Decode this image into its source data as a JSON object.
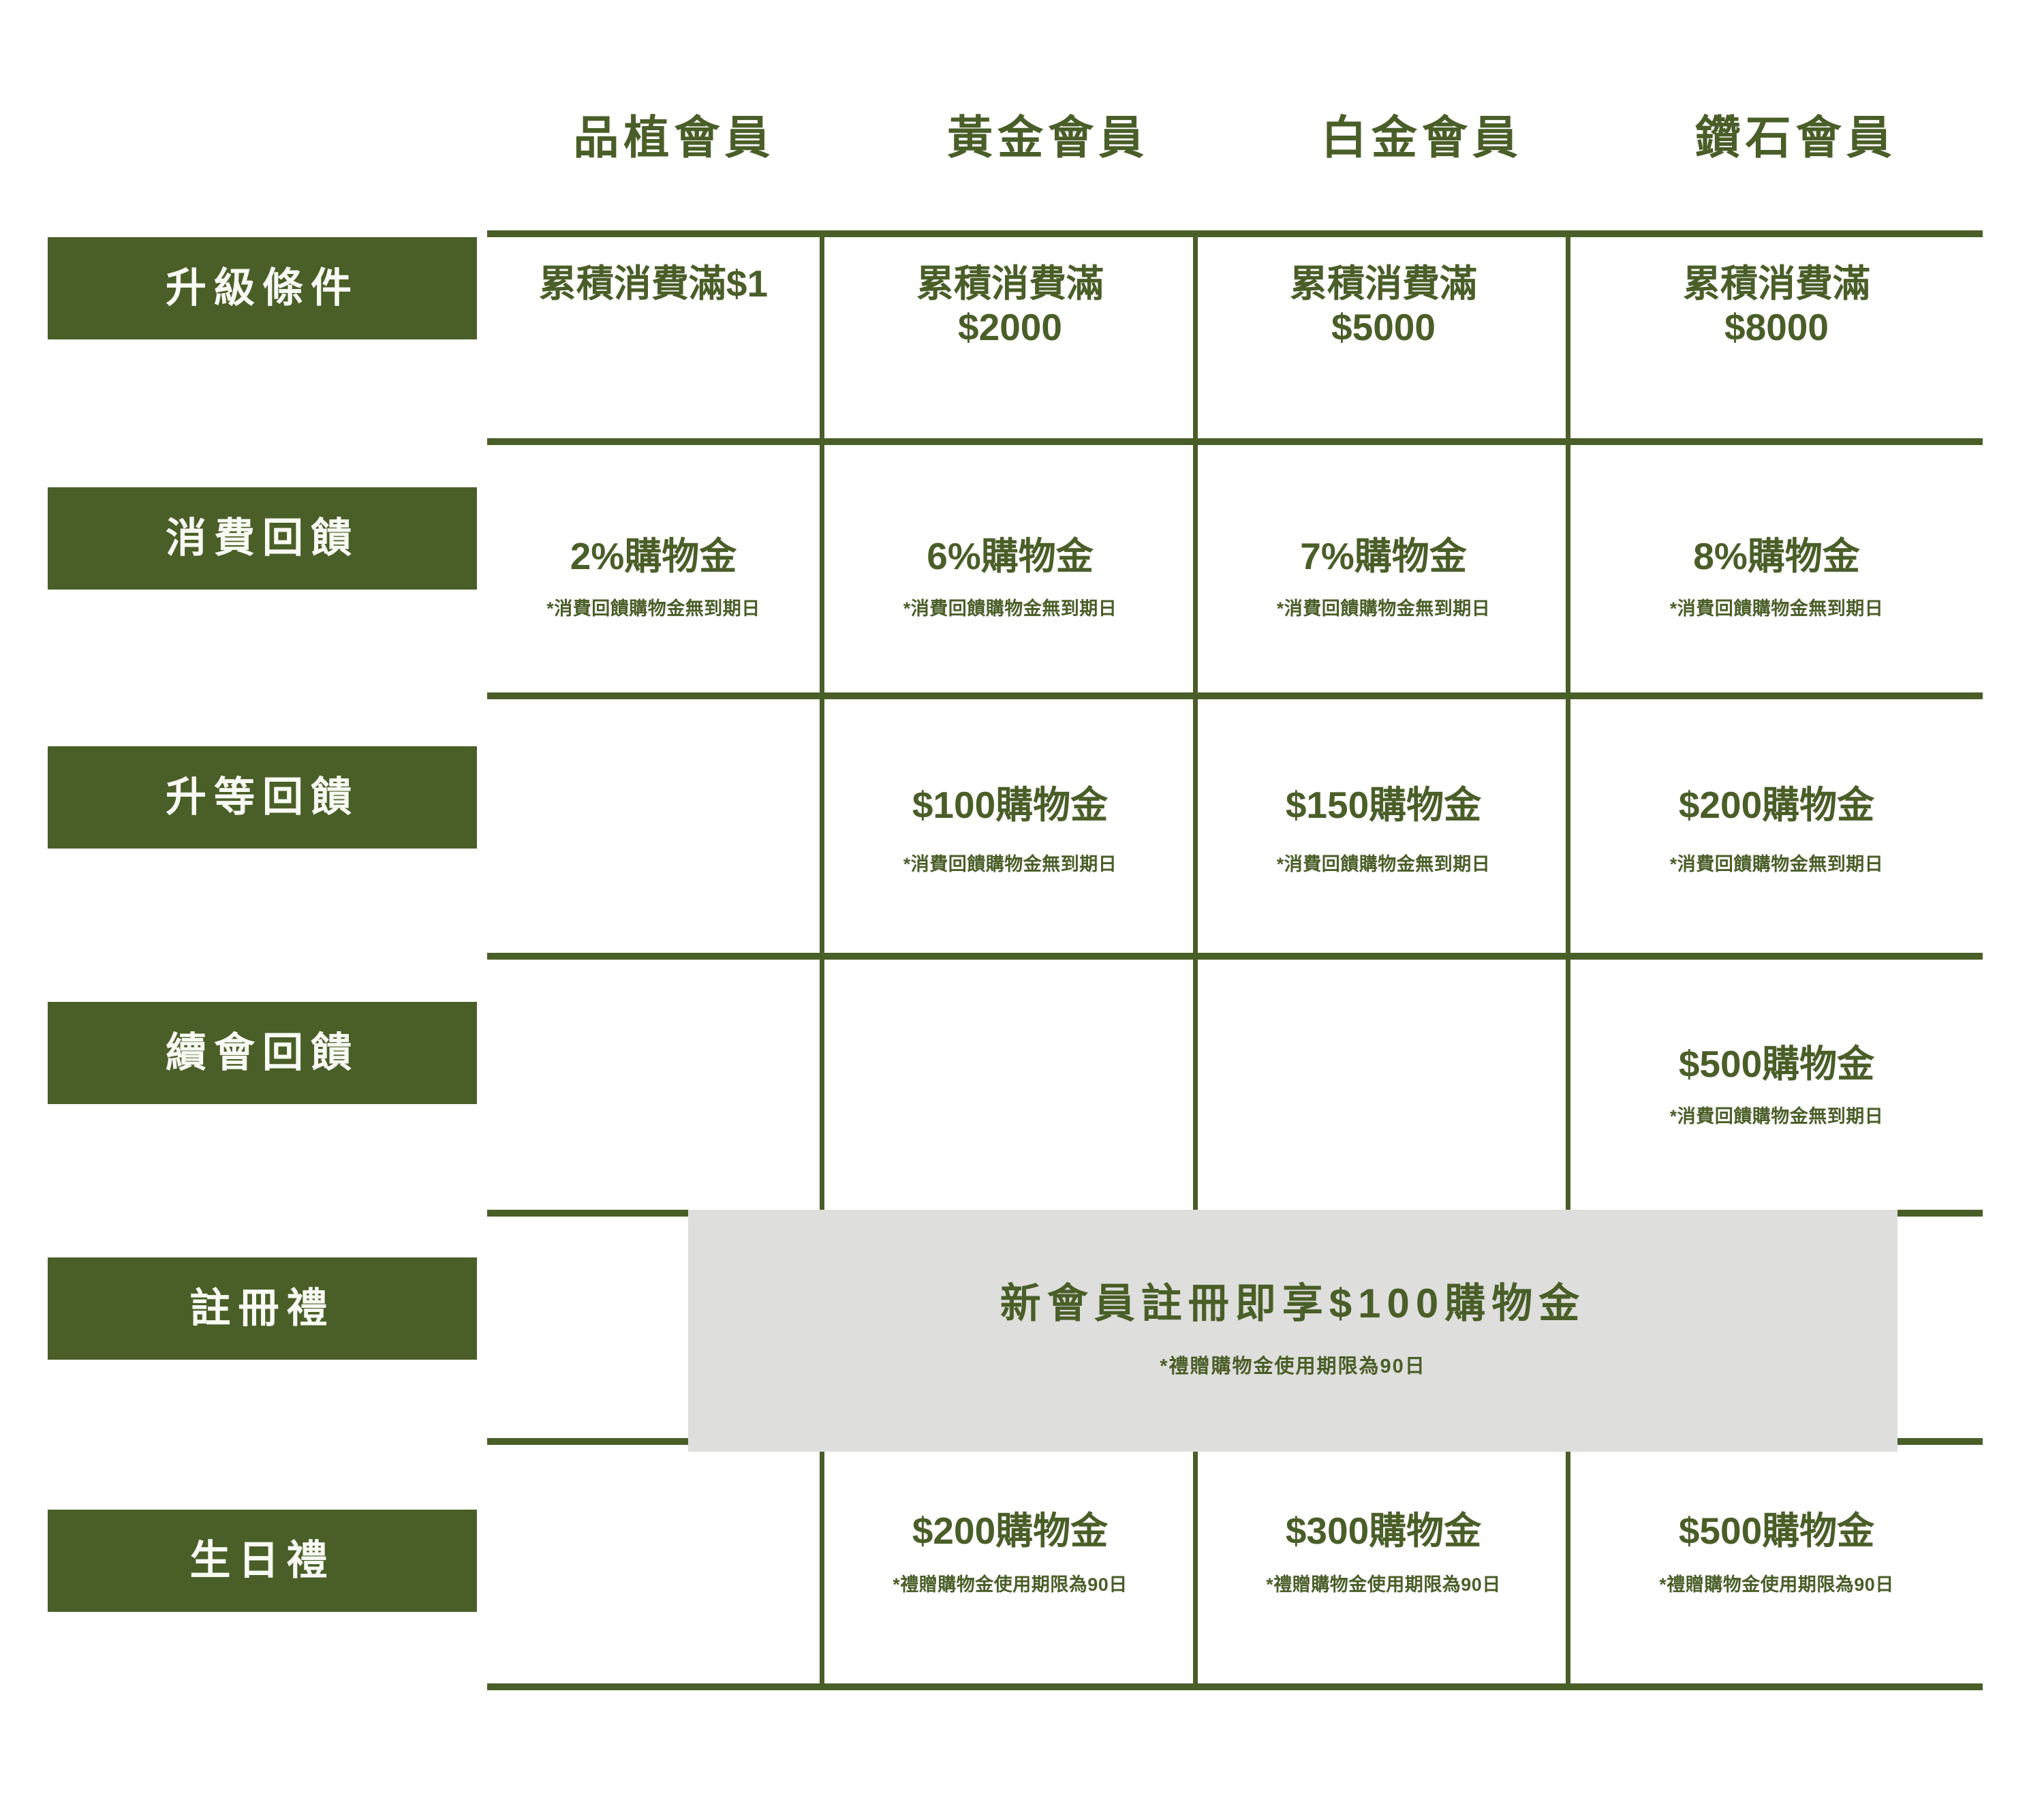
{
  "theme": {
    "green": "#4a5e28",
    "banner_grey": "#dededc",
    "label_text": "#f7faf2",
    "page_background": "#ffffff"
  },
  "table": {
    "column_headers": [
      "品植會員",
      "黃金會員",
      "白金會員",
      "鑽石會員"
    ],
    "row_labels": [
      "升級條件",
      "消費回饋",
      "升等回饋",
      "續會回饋",
      "註冊禮",
      "生日禮"
    ],
    "rows": [
      {
        "label": "升級條件",
        "cells": [
          {
            "main": "累積消費滿$1",
            "note": ""
          },
          {
            "main": "累積消費滿\n$2000",
            "note": ""
          },
          {
            "main": "累積消費滿\n$5000",
            "note": ""
          },
          {
            "main": "累積消費滿\n$8000",
            "note": ""
          }
        ]
      },
      {
        "label": "消費回饋",
        "cells": [
          {
            "main": "2%購物金",
            "note": "*消費回饋購物金無到期日"
          },
          {
            "main": "6%購物金",
            "note": "*消費回饋購物金無到期日"
          },
          {
            "main": "7%購物金",
            "note": "*消費回饋購物金無到期日"
          },
          {
            "main": "8%購物金",
            "note": "*消費回饋購物金無到期日"
          }
        ]
      },
      {
        "label": "升等回饋",
        "cells": [
          {
            "main": "",
            "note": ""
          },
          {
            "main": "$100購物金",
            "note": "*消費回饋購物金無到期日"
          },
          {
            "main": "$150購物金",
            "note": "*消費回饋購物金無到期日"
          },
          {
            "main": "$200購物金",
            "note": "*消費回饋購物金無到期日"
          }
        ]
      },
      {
        "label": "續會回饋",
        "cells": [
          {
            "main": "",
            "note": ""
          },
          {
            "main": "",
            "note": ""
          },
          {
            "main": "",
            "note": ""
          },
          {
            "main": "$500購物金",
            "note": "*消費回饋購物金無到期日"
          }
        ]
      },
      {
        "label": "註冊禮",
        "banner": {
          "main": "新會員註冊即享$100購物金",
          "note": "*禮贈購物金使用期限為90日"
        },
        "cells": []
      },
      {
        "label": "生日禮",
        "cells": [
          {
            "main": "",
            "note": ""
          },
          {
            "main": "$200購物金",
            "note": "*禮贈購物金使用期限為90日"
          },
          {
            "main": "$300購物金",
            "note": "*禮贈購物金使用期限為90日"
          },
          {
            "main": "$500購物金",
            "note": "*禮贈購物金使用期限為90日"
          }
        ]
      }
    ]
  }
}
